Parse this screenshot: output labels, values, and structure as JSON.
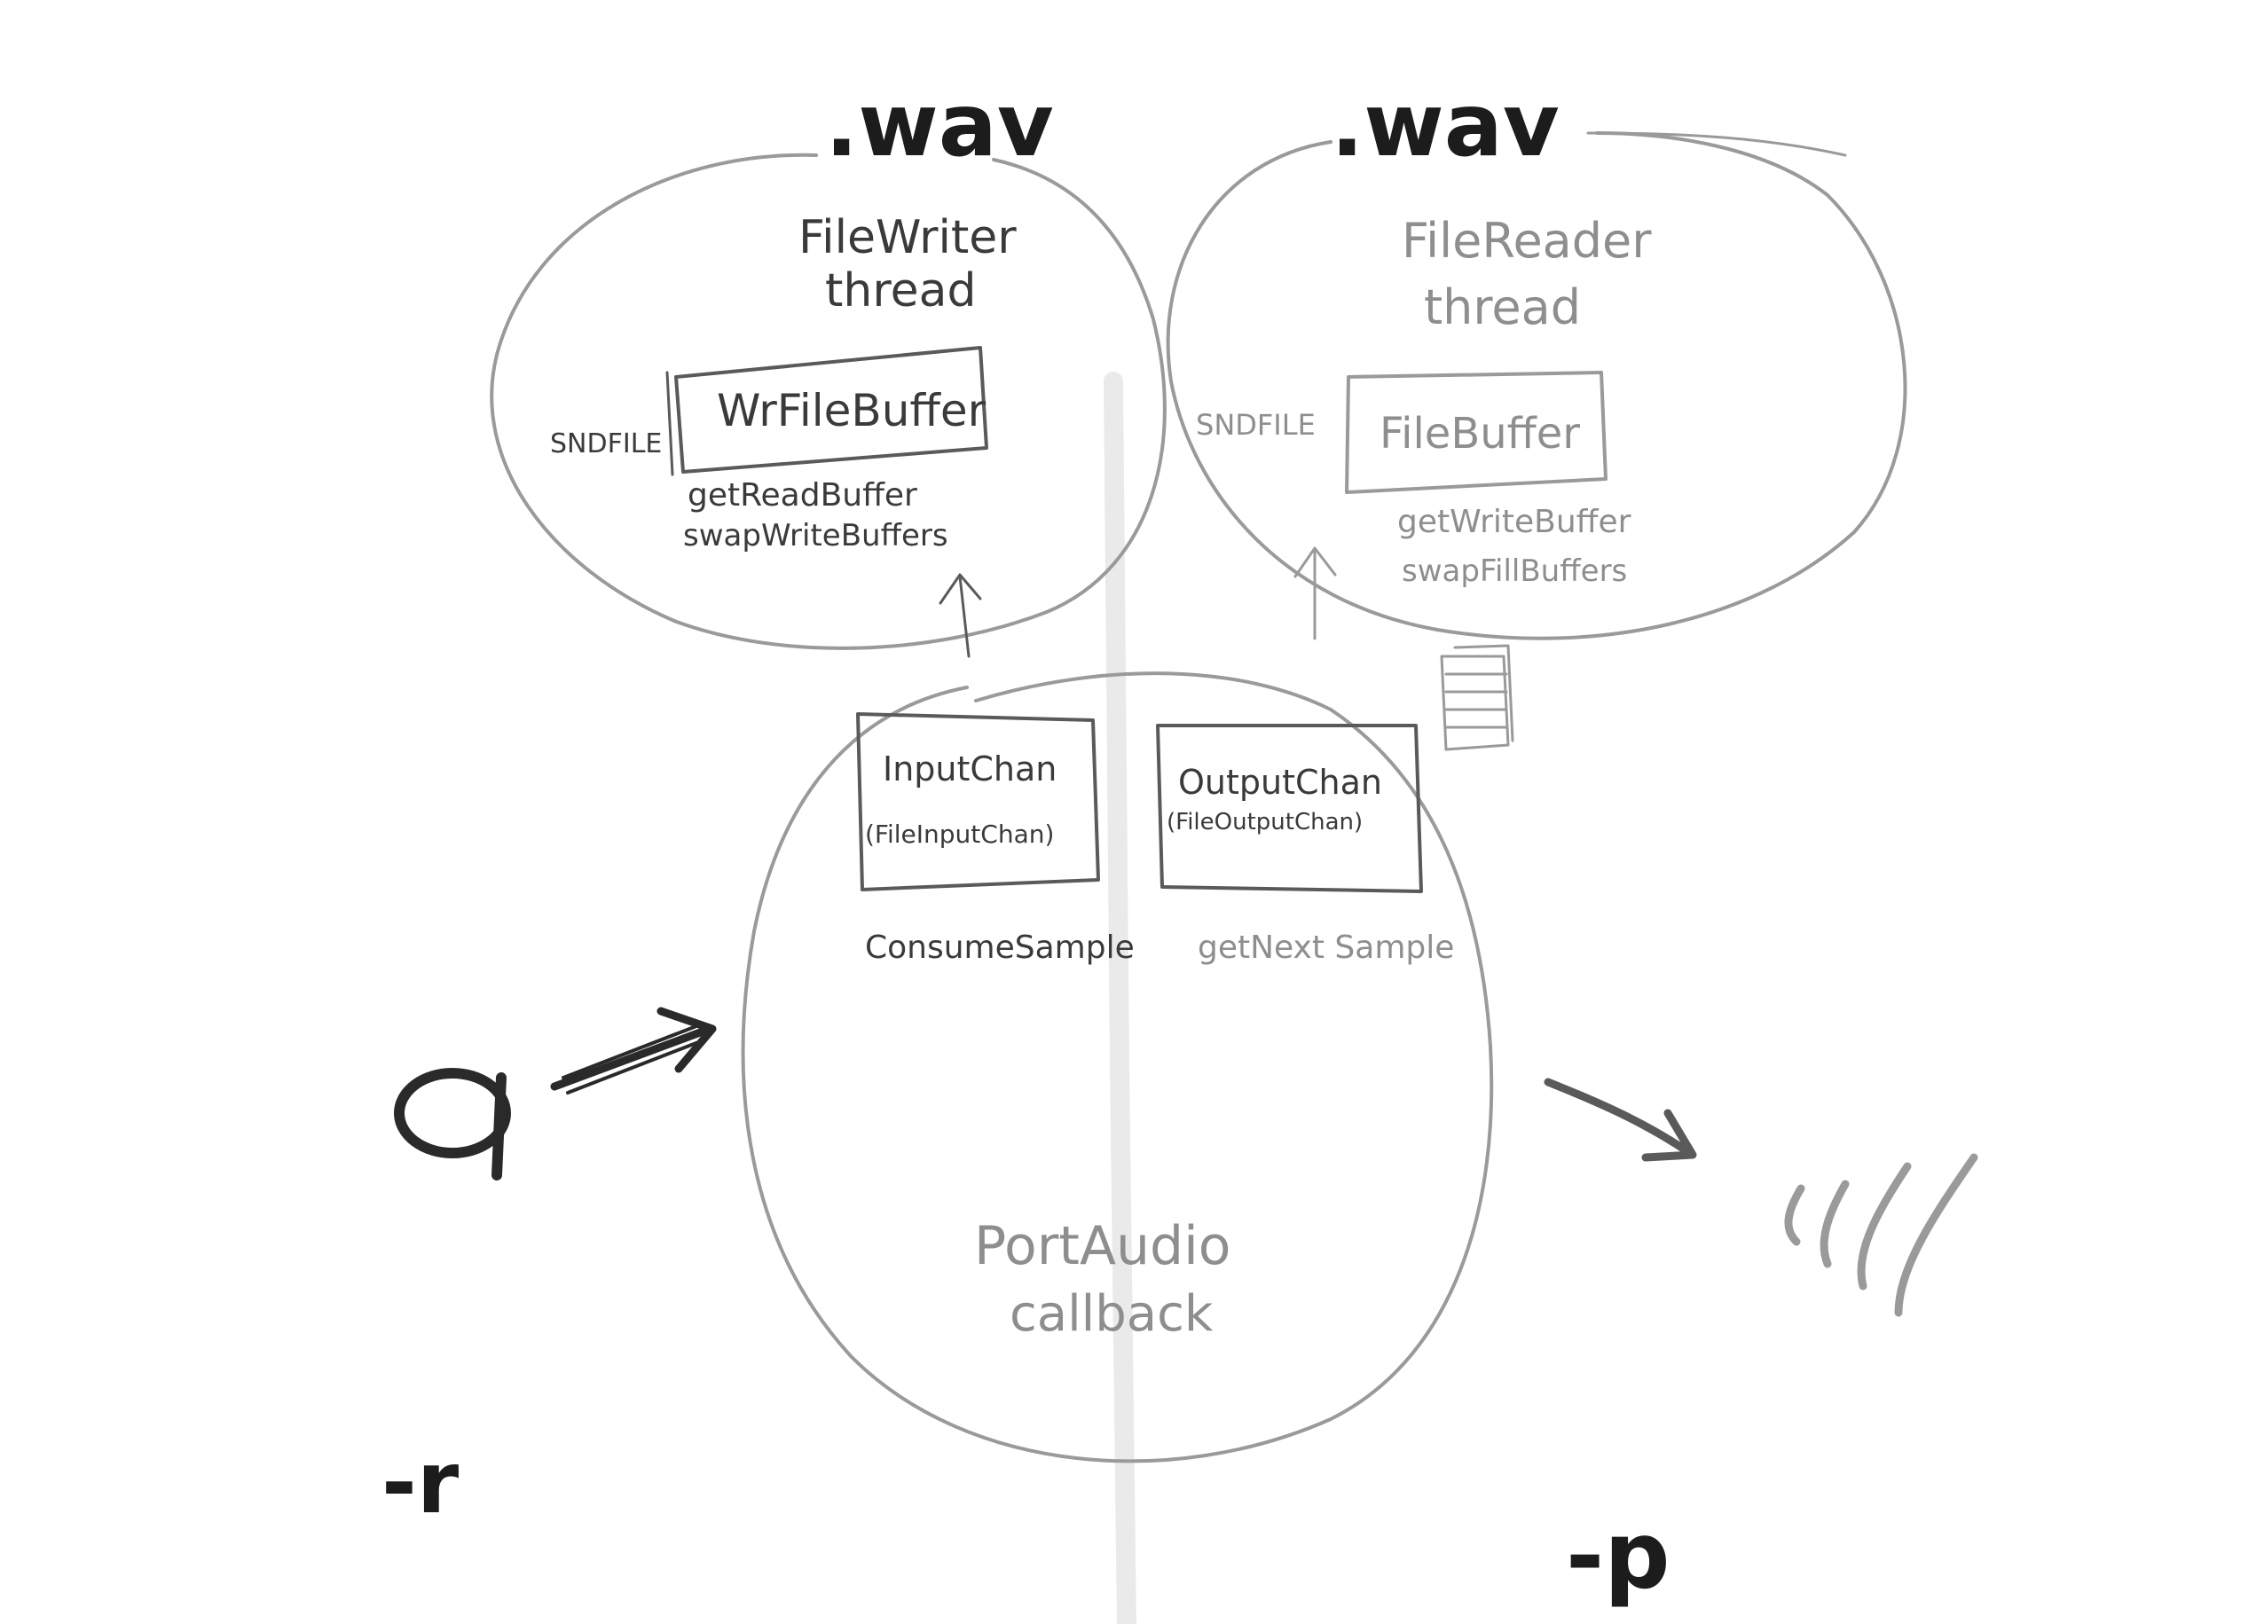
{
  "files": {
    "left_ext": ".wav",
    "right_ext": ".wav"
  },
  "writer": {
    "title_line1": "FileWriter",
    "title_line2": "thread",
    "sndfile": "SNDFILE",
    "buffer": "WrFileBuffer",
    "method1": "getReadBuffer",
    "method2": "swapWriteBuffers"
  },
  "reader": {
    "title_line1": "FileReader",
    "title_line2": "thread",
    "sndfile": "SNDFILE",
    "buffer": "FileBuffer",
    "method1": "getWriteBuffer",
    "method2": "swapFillBuffers"
  },
  "callback": {
    "input_title": "InputChan",
    "input_sub": "(FileInputChan)",
    "output_title": "OutputChan",
    "output_sub": "(FileOutputChan)",
    "consume": "ConsumeSample",
    "next": "getNext Sample",
    "label_line1": "PortAudio",
    "label_line2": "callback"
  },
  "controls": {
    "q": "q",
    "r": "-r",
    "p": "-p"
  },
  "icons": [
    "paper-stack-icon",
    "microphone-arrow-icon",
    "speaker-arrow-icon",
    "sound-waves-icon"
  ]
}
